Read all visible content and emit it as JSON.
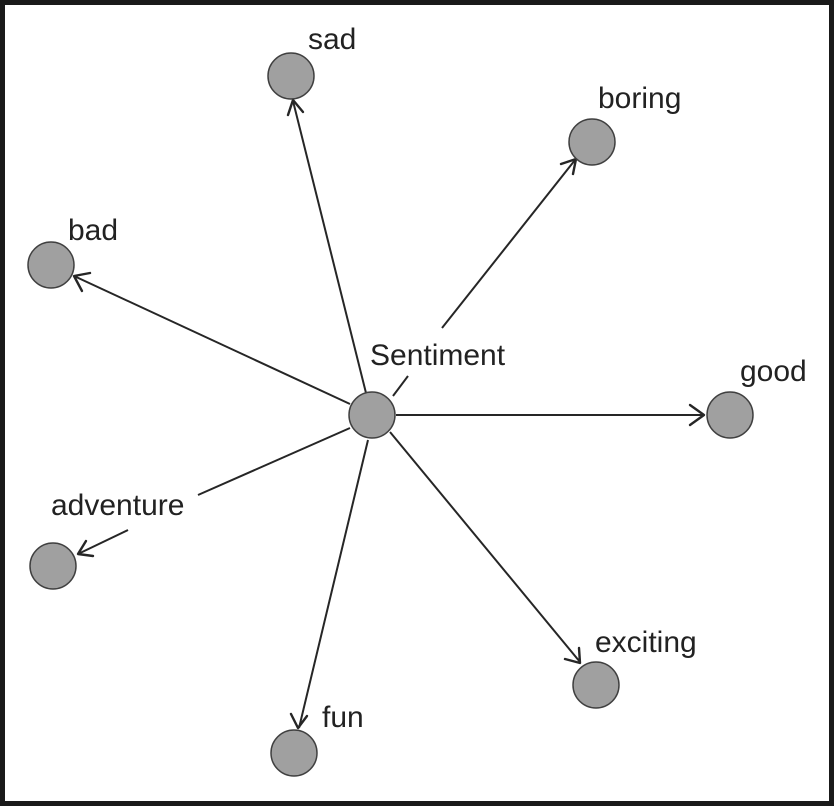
{
  "diagram": {
    "center": {
      "id": "sentiment",
      "label": "Sentiment"
    },
    "leaves": [
      {
        "id": "sad",
        "label": "sad"
      },
      {
        "id": "boring",
        "label": "boring"
      },
      {
        "id": "bad",
        "label": "bad"
      },
      {
        "id": "good",
        "label": "good"
      },
      {
        "id": "adventure",
        "label": "adventure"
      },
      {
        "id": "exciting",
        "label": "exciting"
      },
      {
        "id": "fun",
        "label": "fun"
      }
    ],
    "edges": [
      {
        "from": "sentiment",
        "to": "sad"
      },
      {
        "from": "sentiment",
        "to": "boring"
      },
      {
        "from": "sentiment",
        "to": "bad"
      },
      {
        "from": "sentiment",
        "to": "good"
      },
      {
        "from": "sentiment",
        "to": "adventure"
      },
      {
        "from": "sentiment",
        "to": "exciting"
      },
      {
        "from": "sentiment",
        "to": "fun"
      }
    ],
    "colors": {
      "node_fill": "#a0a0a0",
      "node_stroke": "#404040",
      "edge": "#262626",
      "frame": "#1a1a1a"
    }
  }
}
